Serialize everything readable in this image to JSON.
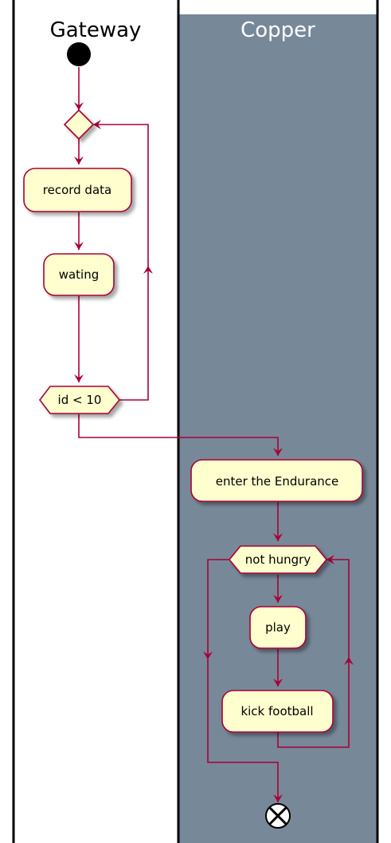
{
  "lanes": [
    {
      "title": "Gateway"
    },
    {
      "title": "Copper"
    }
  ],
  "nodes": {
    "record_data": "record data",
    "waiting": "wating",
    "loop_condition": "id < 10",
    "enter_endurance": "enter the Endurance",
    "while_condition": "not hungry",
    "play": "play",
    "kick_football": "kick football"
  },
  "colors": {
    "lane_copper_bg": "#778899",
    "lane_gateway_bg": "#ffffff",
    "node_fill": "#fefece",
    "node_stroke": "#a80036",
    "arrow": "#a80036",
    "lane_border": "#000000",
    "copper_title": "#ffffff",
    "gateway_title": "#000000"
  },
  "icons": {
    "start": "start-node-icon",
    "end": "end-node-icon"
  }
}
